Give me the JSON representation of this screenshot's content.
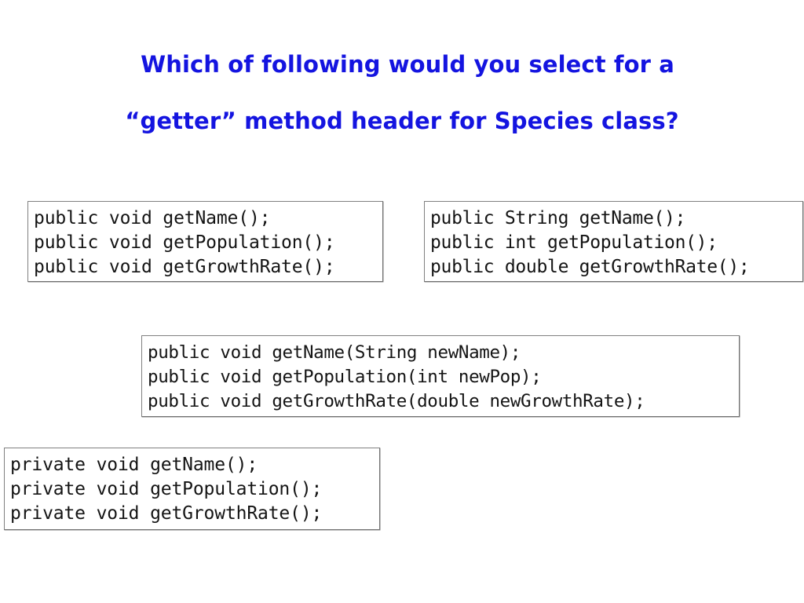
{
  "slide": {
    "title_lines": [
      "Which of following would you select for a",
      "“getter” method header for Species class?"
    ],
    "title_color": "#1414e0",
    "background_color": "#ffffff",
    "code_text_color": "#141414",
    "box_border_color": "#808080"
  },
  "answers": [
    {
      "id": "option-a",
      "lines": [
        "public void getName();",
        "public void getPopulation();",
        "public void getGrowthRate();"
      ]
    },
    {
      "id": "option-b",
      "lines": [
        "public String getName();",
        "public int getPopulation();",
        "public double getGrowthRate();"
      ]
    },
    {
      "id": "option-c",
      "lines": [
        "public void getName(String newName);",
        "public void getPopulation(int newPop);",
        "public void getGrowthRate(double newGrowthRate);"
      ]
    },
    {
      "id": "option-d",
      "lines": [
        "private void getName();",
        "private void getPopulation();",
        "private void getGrowthRate();"
      ]
    }
  ]
}
